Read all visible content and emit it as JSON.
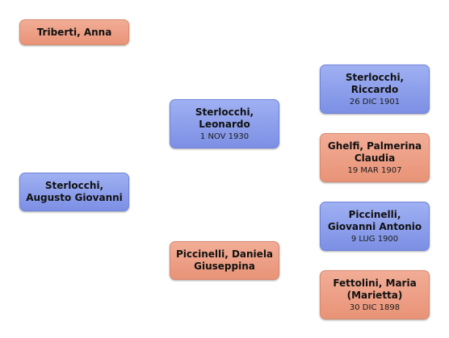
{
  "people": {
    "spouse": {
      "name": "Triberti, Anna",
      "sex": "female"
    },
    "root": {
      "name": "Sterlocchi, Augusto Giovanni",
      "sex": "male"
    },
    "father": {
      "name": "Sterlocchi, Leonardo",
      "date": "1 NOV 1930",
      "sex": "male"
    },
    "mother": {
      "name": "Piccinelli, Daniela Giuseppina",
      "sex": "female"
    },
    "paternal_grandfather": {
      "name": "Sterlocchi, Riccardo",
      "date": "26 DIC 1901",
      "sex": "male"
    },
    "paternal_grandmother": {
      "name": "Ghelfi, Palmerina Claudia",
      "date": "19 MAR 1907",
      "sex": "female"
    },
    "maternal_grandfather": {
      "name": "Piccinelli, Giovanni Antonio",
      "date": "9 LUG 1900",
      "sex": "male"
    },
    "maternal_grandmother": {
      "name": "Fettolini, Maria (Marietta)",
      "date": "30 DIC 1898",
      "sex": "female"
    }
  },
  "colors": {
    "male": "#7c8fe4",
    "female": "#e89377"
  }
}
